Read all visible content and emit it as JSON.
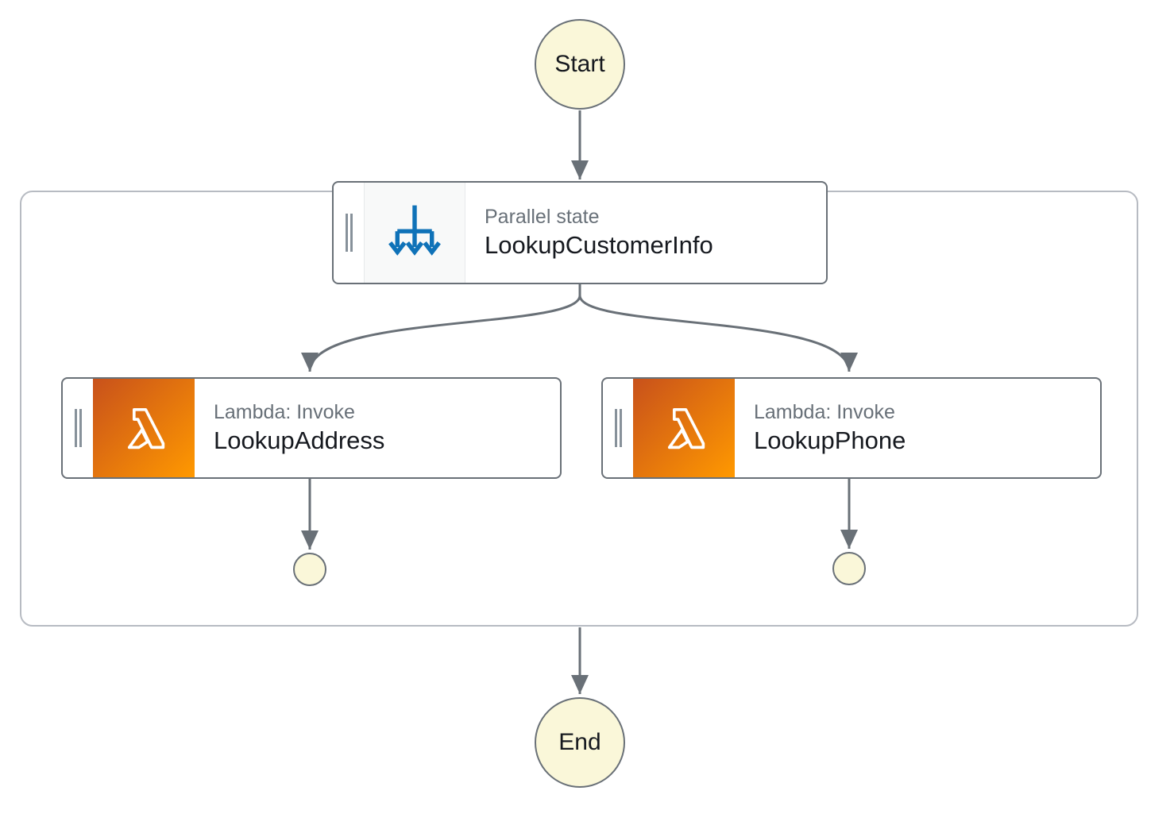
{
  "workflow": {
    "start_label": "Start",
    "end_label": "End",
    "parallel_state": {
      "type_label": "Parallel state",
      "name": "LookupCustomerInfo"
    },
    "branches": [
      {
        "type_label": "Lambda: Invoke",
        "name": "LookupAddress"
      },
      {
        "type_label": "Lambda: Invoke",
        "name": "LookupPhone"
      }
    ],
    "colors": {
      "terminal_fill": "#FAF7D9",
      "terminal_border": "#697077",
      "connector": "#697077",
      "node_border": "#697077",
      "group_border": "#B7BBC2",
      "type_label_text": "#687078",
      "name_text": "#16191F",
      "parallel_icon_blue": "#0F72B8",
      "lambda_gradient_start": "#C8511B",
      "lambda_gradient_end": "#FF9900",
      "grip": "#87919A"
    }
  }
}
